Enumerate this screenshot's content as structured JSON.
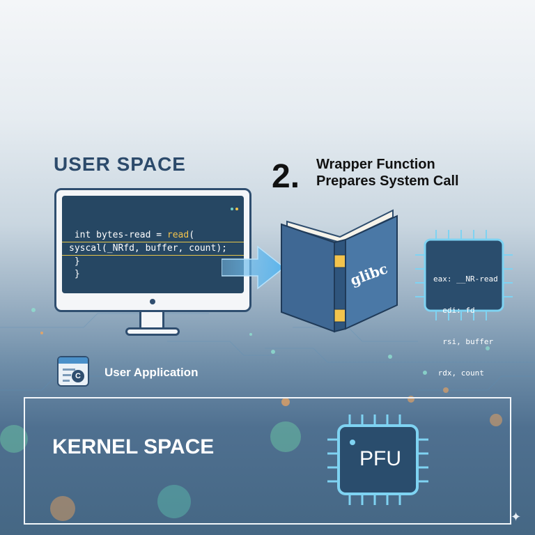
{
  "user_space": {
    "title": "USER SPACE"
  },
  "step": {
    "number": "2.",
    "title_line1": "Wrapper Function",
    "title_line2": "Prepares System Call"
  },
  "code": {
    "line1_pre": " int bytes-read = ",
    "line1_fn": "read",
    "line1_post": "(",
    "line2": "syscal(_NRfd, buffer, count);",
    "line3": " }",
    "line4": " }"
  },
  "library": {
    "label": "glibc"
  },
  "registers": {
    "lines": [
      "eax: __NR-read",
      "  edi: fd",
      "  rsi, buffer",
      " rdx, count"
    ]
  },
  "app": {
    "icon_letter": "C",
    "label": "User Application"
  },
  "kernel": {
    "title": "KERNEL SPACE",
    "cpu_label": "PFU"
  },
  "colors": {
    "accent": "#4a90c9",
    "navy": "#2c4a6b",
    "highlight": "#f3c44d",
    "chip_glow": "#7fd3f2"
  },
  "icons": [
    "monitor-icon",
    "arrow-right-icon",
    "book-icon",
    "chip-icon",
    "app-window-icon",
    "sparkle-icon"
  ]
}
